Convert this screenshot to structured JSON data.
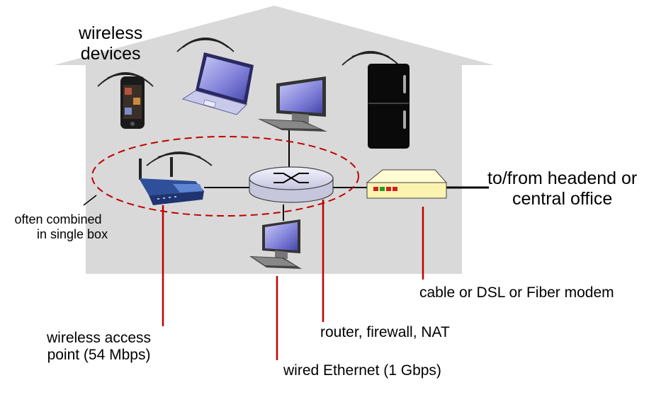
{
  "labels": {
    "wireless_devices": [
      "wireless",
      "devices"
    ],
    "headend": [
      "to/from headend or",
      "central office"
    ],
    "combined": [
      "often combined",
      "in single box"
    ],
    "modem": "cable or DSL or Fiber modem",
    "router": "router, firewall, NAT",
    "access_point": [
      "wireless access",
      "point (54 Mbps)"
    ],
    "ethernet": "wired Ethernet (1 Gbps)"
  },
  "colors": {
    "house": "#d9d9d9",
    "callout": "#c00000",
    "router_body": "#e4e4f4",
    "modem_body": "#fbf3b0",
    "screen": "#8c8ce0"
  },
  "icons": [
    "phone-icon",
    "laptop-icon",
    "desktop-icon",
    "fridge-icon",
    "access-point-icon",
    "router-icon",
    "modem-icon",
    "wifi-wave-icon"
  ]
}
